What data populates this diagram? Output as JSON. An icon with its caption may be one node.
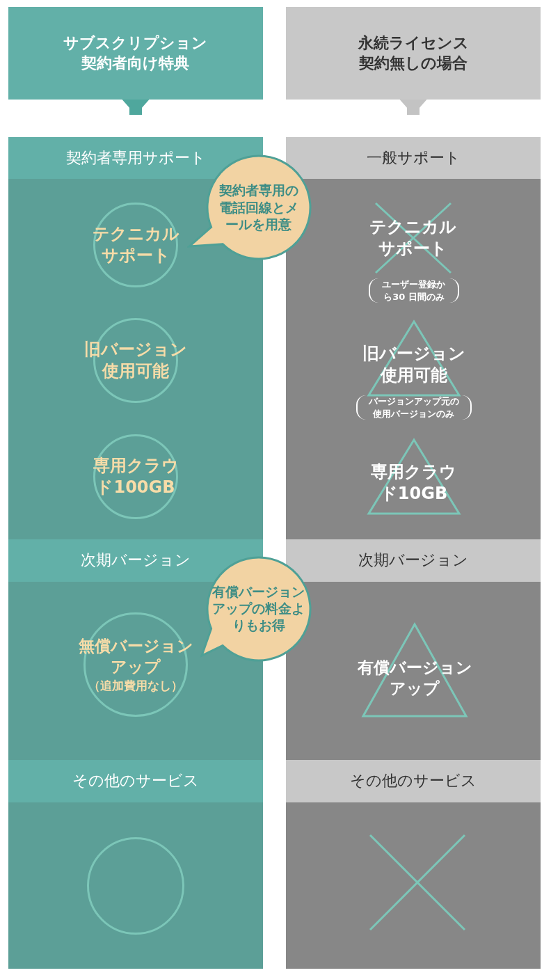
{
  "diagram": {
    "nodes": [
      {
        "text": [
          "サブスクリプション契約者向け特典"
        ]
      },
      {
        "text": [
          "永続ライセンス契約無しの場合"
        ]
      },
      {
        "text": [
          "契約者専用サポート"
        ]
      },
      {
        "text": [
          "一般サポート"
        ]
      },
      {
        "text": [
          "契約者専用の電話回線とメールを用意"
        ]
      },
      {
        "text": [
          "テクニカルサポート"
        ]
      },
      {
        "text": [
          "テクニカルサポート"
        ],
        "beside": [
          "ユーザー登録から30 日間のみ"
        ]
      },
      {
        "text": [
          "旧バージョン使用可能"
        ]
      },
      {
        "text": [
          "旧バージョン使用可能"
        ],
        "beside": [
          "バージョンアップ元の使用バージョンのみ"
        ]
      },
      {
        "text": [
          "専用クラウド100GB"
        ]
      },
      {
        "text": [
          "専用クラウド10GB"
        ]
      },
      {
        "text": [
          "次期バージョン"
        ]
      },
      {
        "text": [
          "次期バージョン"
        ]
      },
      {
        "text": [
          "有償バージョンアップの料金よりもお得"
        ]
      },
      {
        "text": [
          "無償バージョンアップ",
          "（追加費用なし）"
        ]
      },
      {
        "text": [
          "有償バージョンアップ"
        ]
      },
      {
        "text": [
          "その他のサービス"
        ]
      },
      {
        "text": [
          "その他のサービス"
        ]
      },
      {
        "text": [],
        "shape": "circle"
      },
      {
        "text": [],
        "shape": "cross"
      }
    ],
    "edges": [
      {
        "from": 0,
        "to": 2,
        "arrow": "to",
        "color": "#4fa79d"
      },
      {
        "from": 1,
        "to": 3,
        "arrow": "to",
        "color": "#c3c3c3"
      }
    ]
  }
}
